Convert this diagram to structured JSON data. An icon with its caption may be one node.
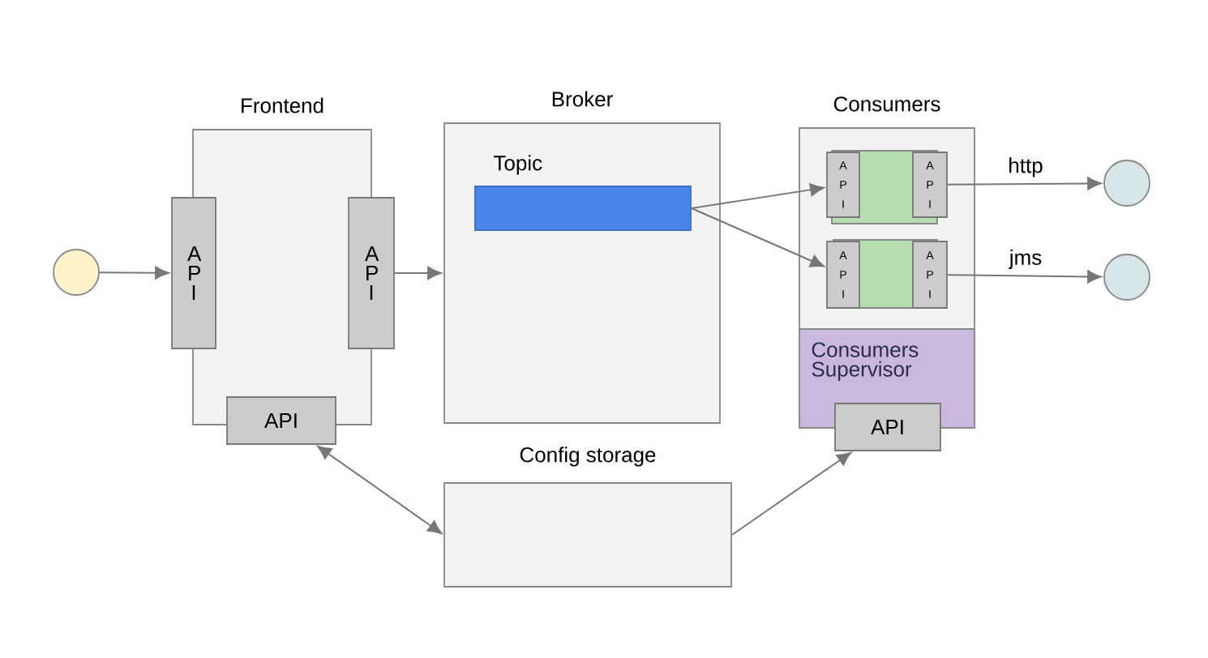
{
  "diagram": {
    "nodes": [
      {
        "text": [],
        "shape": "circle"
      },
      {
        "text": [
          "Frontend"
        ]
      },
      {
        "text": [
          "A P I"
        ]
      },
      {
        "text": [
          "A P I"
        ]
      },
      {
        "text": [
          "API"
        ]
      },
      {
        "text": [
          "Broker"
        ]
      },
      {
        "text": [
          "Topic"
        ],
        "in": 5
      },
      {
        "text": [
          "Consumers"
        ]
      },
      {
        "text": [],
        "shape": "box",
        "in": 7
      },
      {
        "text": [
          "A P I"
        ],
        "in": 7
      },
      {
        "text": [
          "A P I"
        ],
        "in": 7
      },
      {
        "text": [],
        "shape": "box",
        "in": 7
      },
      {
        "text": [
          "A P I"
        ],
        "in": 7
      },
      {
        "text": [
          "A P I"
        ],
        "in": 7
      },
      {
        "text": [
          "Consumers Supervisor"
        ],
        "in": 7
      },
      {
        "text": [
          "API"
        ]
      },
      {
        "text": [],
        "shape": "circle"
      },
      {
        "text": [],
        "shape": "circle"
      },
      {
        "text": [
          "Config storage"
        ]
      }
    ],
    "edges": [
      {
        "from": 0,
        "to": 2,
        "arrow": "to"
      },
      {
        "from": 3,
        "to": 5,
        "arrow": "to"
      },
      {
        "from": 6,
        "to": 9,
        "arrow": "to"
      },
      {
        "from": 6,
        "to": 12,
        "arrow": "to"
      },
      {
        "from": 10,
        "to": 16,
        "arrow": "to",
        "label": "http"
      },
      {
        "from": 13,
        "to": 17,
        "arrow": "to",
        "label": "jms"
      },
      {
        "from": 4,
        "to": 18,
        "arrow": "both"
      },
      {
        "from": 18,
        "to": 15,
        "arrow": "to"
      }
    ]
  }
}
